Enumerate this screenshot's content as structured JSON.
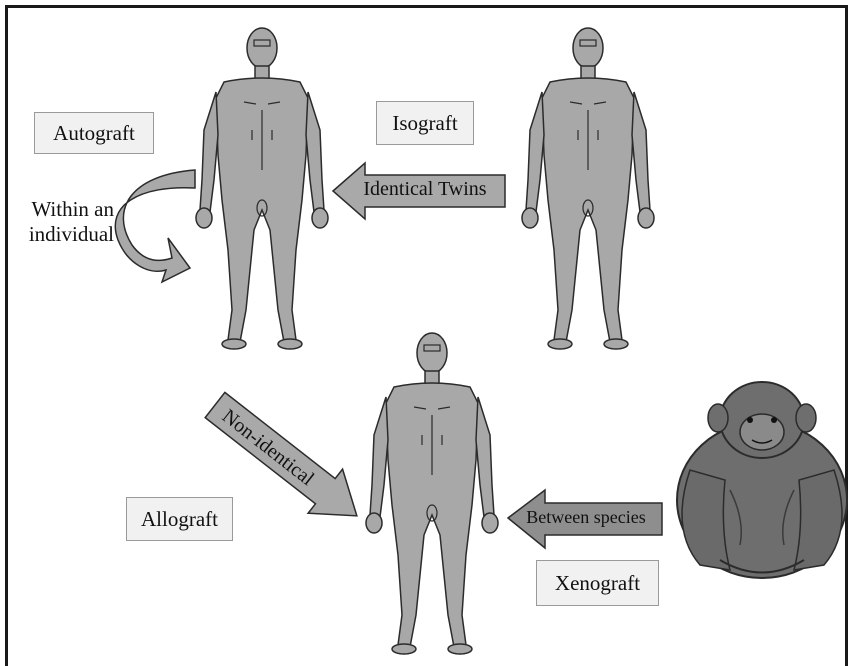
{
  "labels": {
    "autograft": "Autograft",
    "isograft": "Isograft",
    "allograft": "Allograft",
    "xenograft": "Xenograft",
    "within_line1": "Within an",
    "within_line2": "individual",
    "identical_twins": "Identical Twins",
    "non_identical": "Non-identical",
    "between_species": "Between species"
  },
  "colors": {
    "body_fill": "#a8a8a8",
    "outline": "#2b2b2b",
    "arrow_light": "#a9a9a9",
    "arrow_dark": "#8e8e8e",
    "chimp_fill": "#6e6e6e",
    "chimp_dark": "#3a3a3a",
    "label_bg": "#f1f1f1"
  },
  "icons": [
    "human-figure-recipient",
    "human-figure-twin",
    "human-figure-allograft-recipient",
    "chimpanzee-icon"
  ]
}
